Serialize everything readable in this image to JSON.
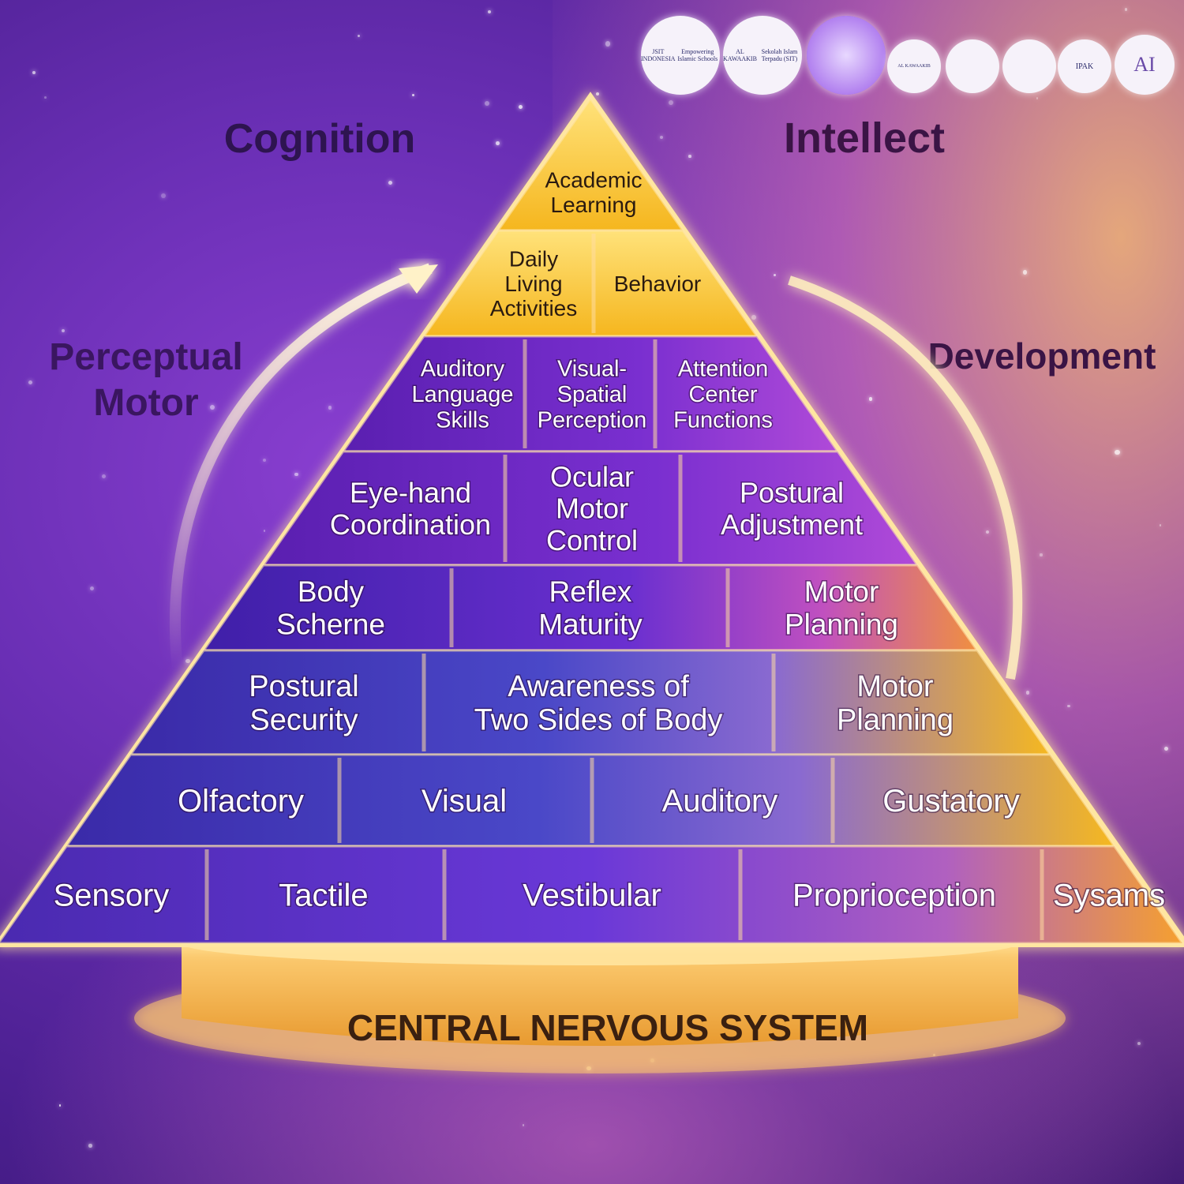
{
  "corner_labels": {
    "top_left": "Cognition",
    "top_right": "Intellect",
    "left": [
      "Perceptual",
      "Motor"
    ],
    "right": "Development"
  },
  "logos": [
    {
      "name": "jsit-indonesia-logo",
      "lines": [
        "JSIT INDONESIA",
        "Empowering Islamic Schools"
      ]
    },
    {
      "name": "al-kawaakib-logo",
      "lines": [
        "AL KAWAAKIB",
        "Sekolah Islam Terpadu (SIT)"
      ]
    },
    {
      "name": "pixel-cross-logo",
      "lines": []
    },
    {
      "name": "al-kawaakib-star-logo",
      "lines": [
        "AL KAWAAKIB"
      ]
    },
    {
      "name": "figure-logo",
      "lines": []
    },
    {
      "name": "book-logo",
      "lines": []
    },
    {
      "name": "ipak-logo",
      "lines": [
        "IPAK"
      ]
    },
    {
      "name": "ai-logo",
      "lines": [
        "AI"
      ]
    }
  ],
  "pyramid": {
    "tier1": [
      "Academic",
      "Learning"
    ],
    "tier2": [
      {
        "lines": [
          "Daily",
          "Living",
          "Activities"
        ]
      },
      {
        "lines": [
          "Behavior"
        ]
      }
    ],
    "tier3": [
      {
        "lines": [
          "Auditory",
          "Language",
          "Skills"
        ]
      },
      {
        "lines": [
          "Visual-",
          "Spatial",
          "Perception"
        ]
      },
      {
        "lines": [
          "Attention",
          "Center",
          "Functions"
        ]
      }
    ],
    "tier4": [
      {
        "lines": [
          "Eye-hand",
          "Coordination"
        ]
      },
      {
        "lines": [
          "Ocular",
          "Motor",
          "Control"
        ]
      },
      {
        "lines": [
          "Postural",
          "Adjustment"
        ]
      }
    ],
    "tier5": [
      {
        "lines": [
          "Body",
          "Scherne"
        ]
      },
      {
        "lines": [
          "Reflex",
          "Maturity"
        ]
      },
      {
        "lines": [
          "Motor",
          "Planning"
        ]
      }
    ],
    "tier6": [
      {
        "lines": [
          "Postural",
          "Security"
        ]
      },
      {
        "lines": [
          "Awareness of",
          "Two Sides of Body"
        ]
      },
      {
        "lines": [
          "Motor",
          "Planning"
        ]
      }
    ],
    "tier7": [
      {
        "lines": [
          "Olfactory"
        ]
      },
      {
        "lines": [
          "Visual"
        ]
      },
      {
        "lines": [
          "Auditory"
        ]
      },
      {
        "lines": [
          "Gustatory"
        ]
      }
    ],
    "tier8": [
      {
        "lines": [
          "Sensory"
        ]
      },
      {
        "lines": [
          "Tactile"
        ]
      },
      {
        "lines": [
          "Vestibular"
        ]
      },
      {
        "lines": [
          "Proprioception"
        ]
      },
      {
        "lines": [
          "Sysams"
        ]
      }
    ]
  },
  "base_label": "CENTRAL NERVOUS SYSTEM"
}
